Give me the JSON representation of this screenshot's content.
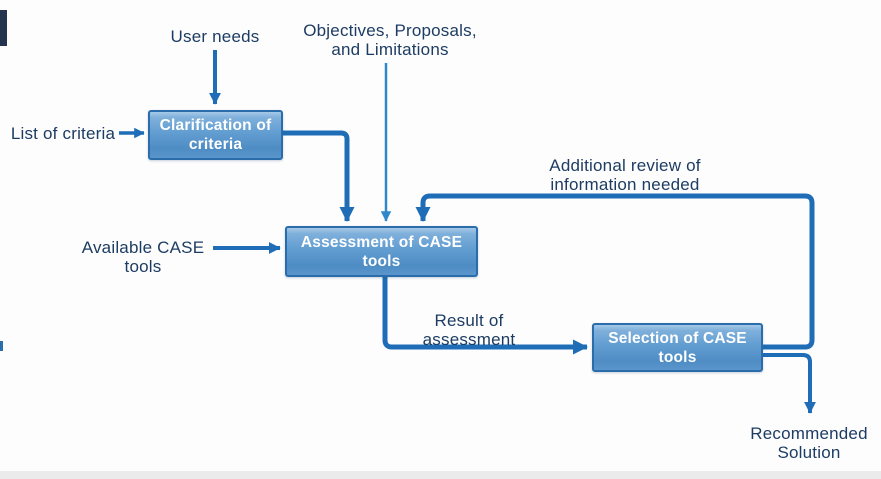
{
  "diagram": {
    "type": "flowchart",
    "topic": "CASE tools selection process",
    "colors": {
      "connector": "#1f6db7",
      "thin_connector": "#2f88c9",
      "label_text": "#1d3c63",
      "node_border": "#2b6dab",
      "node_fill_top": "#a6c9e8",
      "node_fill_bottom": "#4e8cc4",
      "node_text": "#ffffff",
      "background": "#fdfdfd"
    },
    "nodes": [
      {
        "id": "clarification",
        "label": [
          "Clarification of",
          "criteria"
        ]
      },
      {
        "id": "assessment",
        "label": [
          "Assessment of CASE",
          "tools"
        ]
      },
      {
        "id": "selection",
        "label": [
          "Selection of CASE",
          "tools"
        ]
      }
    ],
    "labels": [
      {
        "id": "user-needs",
        "lines": [
          "User needs"
        ]
      },
      {
        "id": "objectives",
        "lines": [
          "Objectives, Proposals,",
          "and Limitations"
        ]
      },
      {
        "id": "list-of-criteria",
        "lines": [
          "List of criteria"
        ]
      },
      {
        "id": "available-case-tools",
        "lines": [
          "Available CASE",
          "tools"
        ]
      },
      {
        "id": "additional-review",
        "lines": [
          "Additional review of",
          "information needed"
        ]
      },
      {
        "id": "result-of-assessment",
        "lines": [
          "Result of",
          "assessment"
        ]
      },
      {
        "id": "recommended-solution",
        "lines": [
          "Recommended",
          "Solution"
        ]
      }
    ],
    "edges": [
      {
        "from": "user-needs",
        "to": "clarification"
      },
      {
        "from": "list-of-criteria",
        "to": "clarification"
      },
      {
        "from": "clarification",
        "to": "assessment"
      },
      {
        "from": "objectives",
        "to": "assessment"
      },
      {
        "from": "available-case-tools",
        "to": "assessment"
      },
      {
        "from": "assessment",
        "to": "selection",
        "label": "Result of assessment"
      },
      {
        "from": "selection",
        "to": "assessment",
        "label": "Additional review of information needed"
      },
      {
        "from": "selection",
        "to": "recommended-solution"
      }
    ]
  }
}
